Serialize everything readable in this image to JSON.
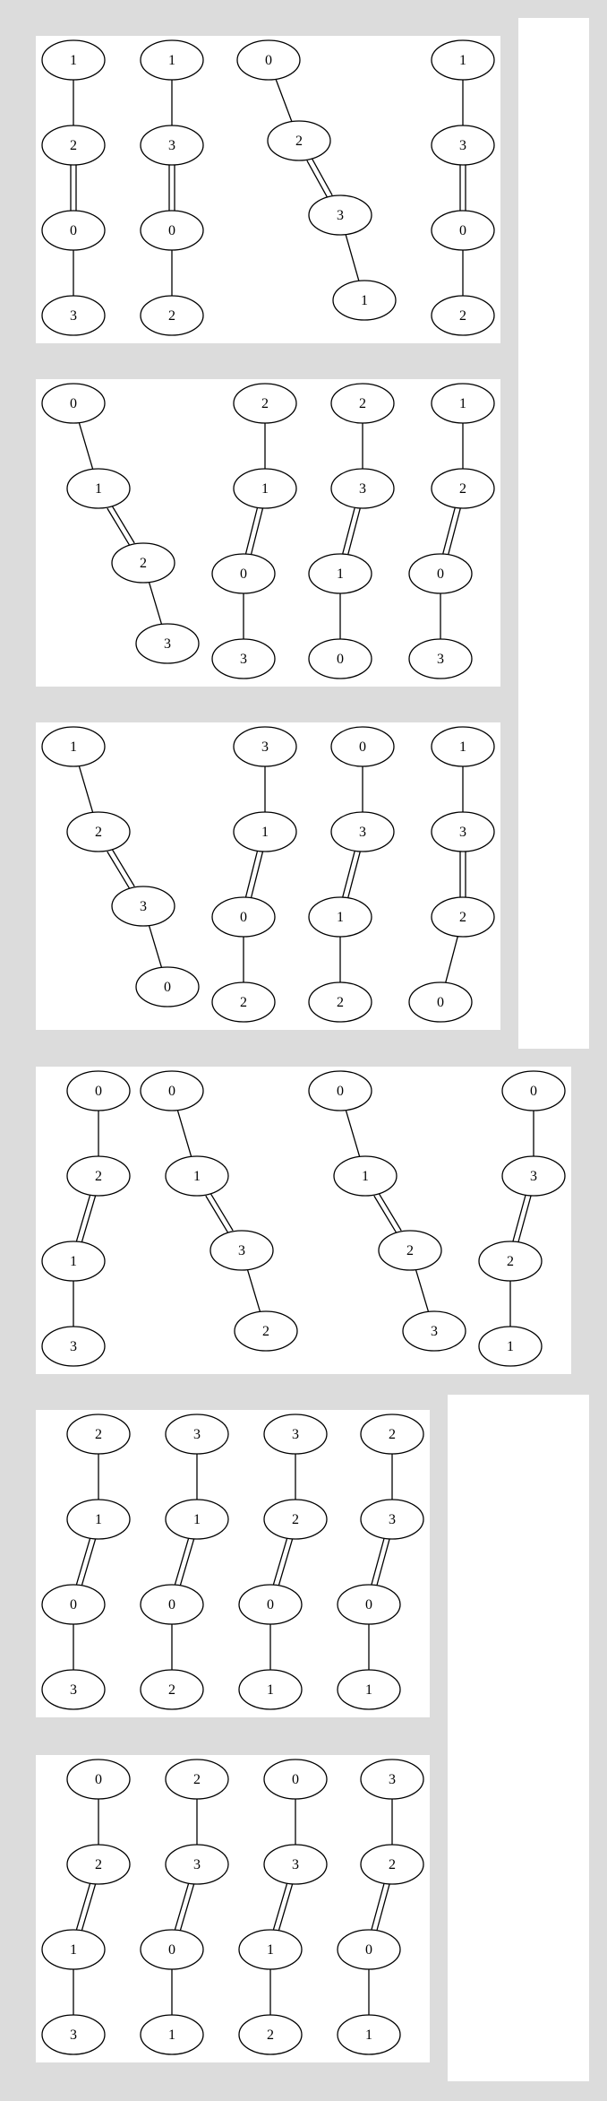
{
  "panels": [
    {
      "graphs": [
        {
          "nodes": [
            "1",
            "2",
            "0",
            "3"
          ],
          "bonds": [
            1,
            2,
            1
          ]
        },
        {
          "nodes": [
            "1",
            "3",
            "0",
            "2"
          ],
          "bonds": [
            1,
            2,
            1
          ]
        },
        {
          "nodes": [
            "0",
            "2",
            "3",
            "1"
          ],
          "bonds": [
            1,
            2,
            1
          ]
        },
        {
          "nodes": [
            "1",
            "3",
            "0",
            "2"
          ],
          "bonds": [
            1,
            2,
            1
          ]
        }
      ]
    },
    {
      "graphs": [
        {
          "nodes": [
            "0",
            "1",
            "2",
            "3"
          ],
          "bonds": [
            1,
            2,
            1
          ]
        },
        {
          "nodes": [
            "2",
            "1",
            "0",
            "3"
          ],
          "bonds": [
            1,
            2,
            1
          ]
        },
        {
          "nodes": [
            "2",
            "3",
            "1",
            "0"
          ],
          "bonds": [
            1,
            2,
            1
          ]
        },
        {
          "nodes": [
            "1",
            "2",
            "0",
            "3"
          ],
          "bonds": [
            1,
            2,
            1
          ]
        }
      ]
    },
    {
      "graphs": [
        {
          "nodes": [
            "1",
            "2",
            "3",
            "0"
          ],
          "bonds": [
            1,
            2,
            1
          ]
        },
        {
          "nodes": [
            "3",
            "1",
            "0",
            "2"
          ],
          "bonds": [
            1,
            2,
            1
          ]
        },
        {
          "nodes": [
            "0",
            "3",
            "1",
            "2"
          ],
          "bonds": [
            1,
            2,
            1
          ]
        },
        {
          "nodes": [
            "1",
            "3",
            "2",
            "0"
          ],
          "bonds": [
            1,
            2,
            1
          ]
        }
      ]
    },
    {
      "graphs": [
        {
          "nodes": [
            "0",
            "2",
            "1",
            "3"
          ],
          "bonds": [
            1,
            2,
            1
          ]
        },
        {
          "nodes": [
            "0",
            "1",
            "3",
            "2"
          ],
          "bonds": [
            1,
            2,
            1
          ]
        },
        {
          "nodes": [
            "0",
            "1",
            "2",
            "3"
          ],
          "bonds": [
            1,
            2,
            1
          ]
        },
        {
          "nodes": [
            "0",
            "3",
            "2",
            "1"
          ],
          "bonds": [
            1,
            2,
            1
          ]
        }
      ]
    },
    {
      "graphs": [
        {
          "nodes": [
            "2",
            "1",
            "0",
            "3"
          ],
          "bonds": [
            1,
            2,
            1
          ]
        },
        {
          "nodes": [
            "3",
            "1",
            "0",
            "2"
          ],
          "bonds": [
            1,
            2,
            1
          ]
        },
        {
          "nodes": [
            "3",
            "2",
            "0",
            "1"
          ],
          "bonds": [
            1,
            2,
            1
          ]
        },
        {
          "nodes": [
            "2",
            "3",
            "0",
            "1"
          ],
          "bonds": [
            1,
            2,
            1
          ]
        }
      ]
    },
    {
      "graphs": [
        {
          "nodes": [
            "0",
            "2",
            "1",
            "3"
          ],
          "bonds": [
            1,
            2,
            1
          ]
        },
        {
          "nodes": [
            "2",
            "3",
            "0",
            "1"
          ],
          "bonds": [
            1,
            2,
            1
          ]
        },
        {
          "nodes": [
            "0",
            "3",
            "1",
            "2"
          ],
          "bonds": [
            1,
            2,
            1
          ]
        },
        {
          "nodes": [
            "3",
            "2",
            "0",
            "1"
          ],
          "bonds": [
            1,
            2,
            1
          ]
        }
      ]
    }
  ]
}
